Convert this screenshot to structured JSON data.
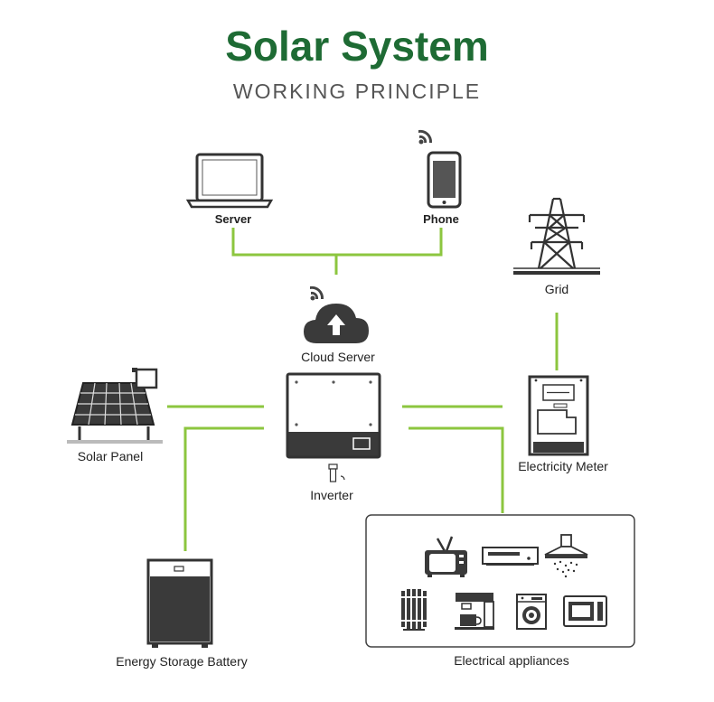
{
  "header": {
    "title": "Solar System",
    "subtitle": "WORKING PRINCIPLE"
  },
  "colors": {
    "title": "#1e6b34",
    "connector": "#8cc63f",
    "icon_stroke": "#333333",
    "icon_fill_dark": "#3a3a3a"
  },
  "nodes": {
    "server": {
      "label": "Server",
      "icon": "laptop-icon"
    },
    "phone": {
      "label": "Phone",
      "icon": "smartphone-icon"
    },
    "cloud": {
      "label": "Cloud Server",
      "icon": "cloud-upload-icon"
    },
    "grid": {
      "label": "Grid",
      "icon": "transmission-tower-icon"
    },
    "solar_panel": {
      "label": "Solar Panel",
      "icon": "solar-panel-icon"
    },
    "inverter": {
      "label": "Inverter",
      "icon": "inverter-icon"
    },
    "meter": {
      "label": "Electricity Meter",
      "icon": "electricity-meter-icon"
    },
    "battery": {
      "label": "Energy Storage Battery",
      "icon": "battery-cabinet-icon"
    },
    "appliances": {
      "label": "Electrical appliances",
      "icons": [
        "tv-icon",
        "dvd-player-icon",
        "range-hood-icon",
        "oil-heater-icon",
        "coffee-machine-icon",
        "washing-machine-icon",
        "microwave-icon"
      ]
    }
  }
}
